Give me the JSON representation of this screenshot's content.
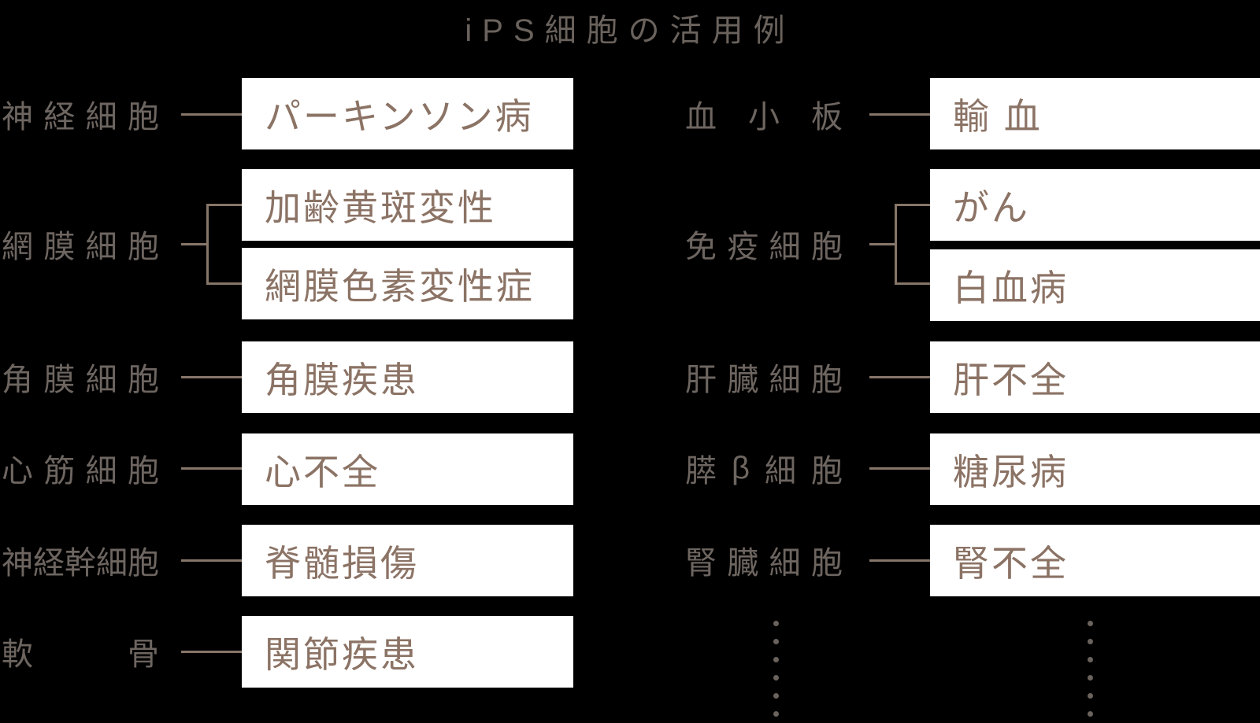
{
  "title": "iPS細胞の活用例",
  "left": {
    "rows": [
      {
        "label": "神経細胞",
        "boxes": [
          "パーキンソン病"
        ]
      },
      {
        "label": "網膜細胞",
        "boxes": [
          "加齢黄斑変性",
          "網膜色素変性症"
        ]
      },
      {
        "label": "角膜細胞",
        "boxes": [
          "角膜疾患"
        ]
      },
      {
        "label": "心筋細胞",
        "boxes": [
          "心不全"
        ]
      },
      {
        "label": "神経幹細胞",
        "boxes": [
          "脊髄損傷"
        ]
      },
      {
        "label": "軟骨",
        "boxes": [
          "関節疾患"
        ]
      }
    ]
  },
  "right": {
    "rows": [
      {
        "label": "血小板",
        "boxes": [
          "輸 血"
        ]
      },
      {
        "label": "免疫細胞",
        "boxes": [
          "がん",
          "白血病"
        ]
      },
      {
        "label": "肝臓細胞",
        "boxes": [
          "肝不全"
        ]
      },
      {
        "label": "膵β細胞",
        "boxes": [
          "糖尿病"
        ]
      },
      {
        "label": "腎臓細胞",
        "boxes": [
          "腎不全"
        ]
      }
    ],
    "continuation": {
      "columns": 2,
      "dots_per_column": 6
    }
  },
  "colors": {
    "background": "#000000",
    "box_background": "#ffffff",
    "box_text": "#8b7365",
    "label_text": "#6d6560",
    "line": "#867669",
    "title_text": "#6a625c",
    "dot": "#6a625c"
  }
}
